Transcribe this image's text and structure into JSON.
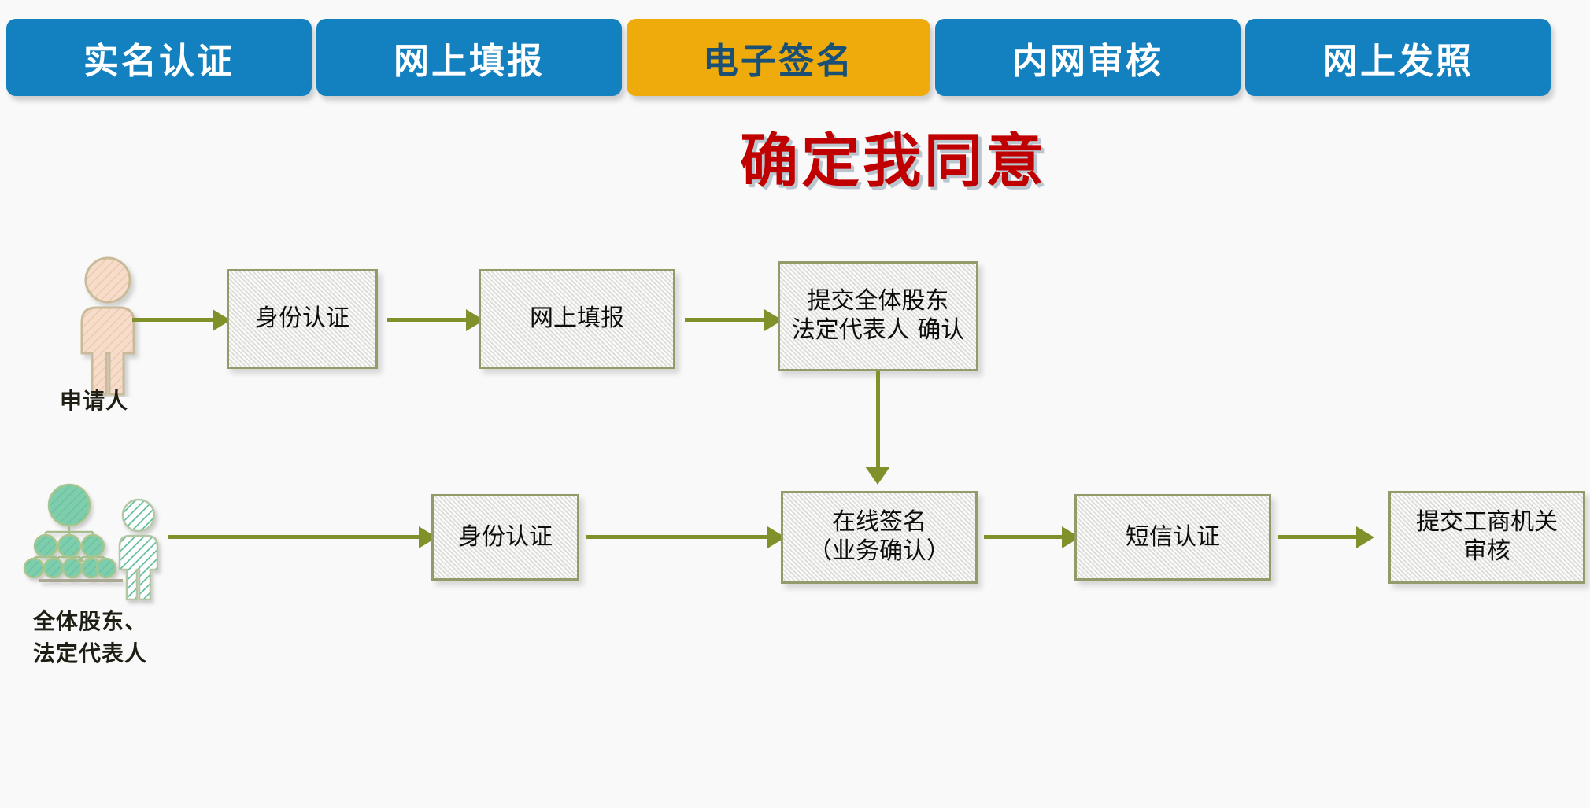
{
  "tabs": [
    {
      "label": "实名认证",
      "state": "inactive",
      "color": "#1380bf"
    },
    {
      "label": "网上填报",
      "state": "inactive",
      "color": "#1380bf"
    },
    {
      "label": "电子签名",
      "state": "active",
      "color": "#eeab0b"
    },
    {
      "label": "内网审核",
      "state": "inactive",
      "color": "#1380bf"
    },
    {
      "label": "网上发照",
      "state": "inactive",
      "color": "#1380bf"
    }
  ],
  "title": {
    "text": "确定我同意",
    "color": "#c00000"
  },
  "actors": [
    {
      "id": "applicant",
      "caption": "申请人",
      "color": "#f2d7c2"
    },
    {
      "id": "shareholders",
      "caption": "全体股东、\n法定代表人",
      "color": "#6ec6a3"
    }
  ],
  "flow": {
    "arrow_color": "#80912b",
    "row1": [
      {
        "id": "id-auth-1",
        "label": "身份认证"
      },
      {
        "id": "online-form",
        "label": "网上填报"
      },
      {
        "id": "submit-confirm",
        "label": "提交全体股东\n法定代表人 确认"
      }
    ],
    "row2": [
      {
        "id": "id-auth-2",
        "label": "身份认证"
      },
      {
        "id": "online-sign",
        "label": "在线签名\n（业务确认）"
      },
      {
        "id": "sms-auth",
        "label": "短信认证"
      },
      {
        "id": "submit-agency",
        "label": "提交工商机关\n审核"
      }
    ]
  }
}
